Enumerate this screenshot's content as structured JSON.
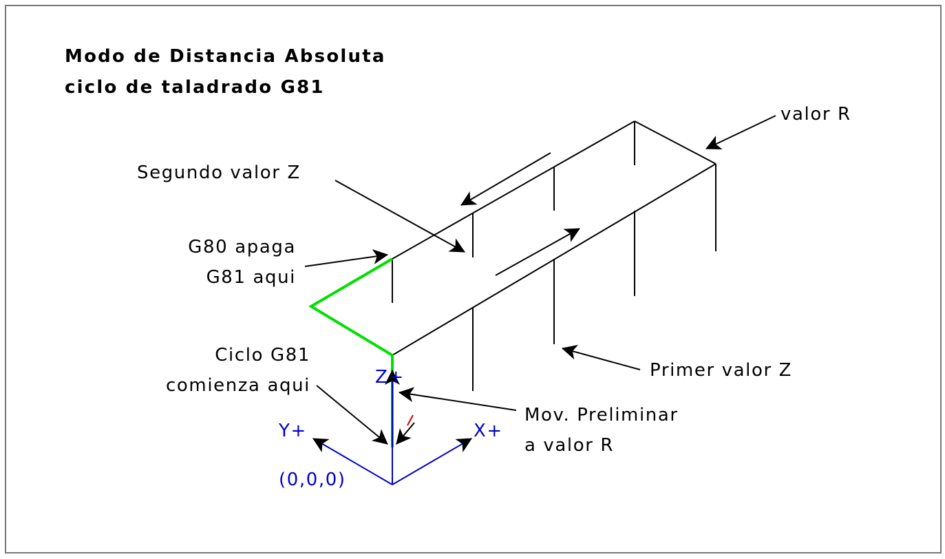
{
  "title": {
    "line1": "Modo de Distancia Absoluta",
    "line2": "ciclo de taladrado G81"
  },
  "labels": {
    "r_value": "valor R",
    "second_z": "Segundo valor Z",
    "g80_line1": "G80 apaga",
    "g80_line2": "G81 aqui",
    "cycle_start_line1": "Ciclo G81",
    "cycle_start_line2": "comienza aqui",
    "first_z": "Primer valor Z",
    "prelim_line1": "Mov. Preliminar",
    "prelim_line2": "a valor R"
  },
  "axes": {
    "z": "Z+",
    "y": "Y+",
    "x": "X+",
    "origin": "(0,0,0)"
  },
  "colors": {
    "outline": "#000000",
    "path": "#00e000",
    "axes": "#0000cc",
    "tick": "#cc0000",
    "frame": "#777777"
  }
}
